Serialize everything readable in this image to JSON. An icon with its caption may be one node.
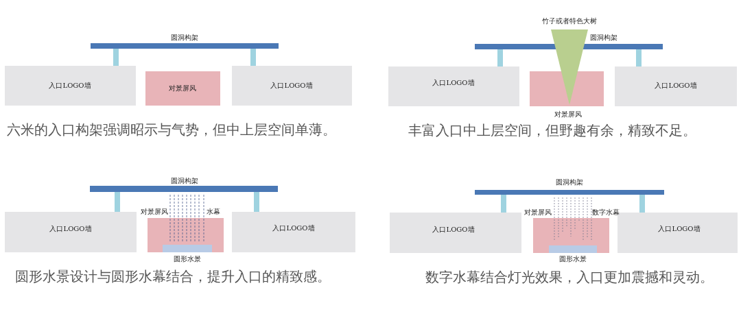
{
  "diagram": {
    "nodes": [
      {
        "text": [
          "圆洞构架"
        ]
      },
      {
        "text": [
          "入口LOGO墙"
        ]
      },
      {
        "text": [
          "对景屏风"
        ]
      },
      {
        "text": [
          "入口LOGO墙"
        ]
      },
      {
        "text": [
          "竹子或者特色大树"
        ]
      },
      {
        "text": [
          "圆洞构架"
        ]
      },
      {
        "text": [
          "入口LOGO墙"
        ]
      },
      {
        "text": [
          "对景屏风"
        ]
      },
      {
        "text": [
          "入口LOGO墙"
        ]
      },
      {
        "text": [
          "圆洞构架"
        ]
      },
      {
        "text": [
          "入口LOGO墙"
        ]
      },
      {
        "text": [
          "对景屏风"
        ]
      },
      {
        "text": [
          "圆形水景"
        ],
        "in": 11
      },
      {
        "text": [
          "入口LOGO墙"
        ]
      },
      {
        "text": [
          "圆洞构架"
        ]
      },
      {
        "text": [
          "入口LOGO墙"
        ]
      },
      {
        "text": [
          "对景屏风"
        ]
      },
      {
        "text": [
          "圆形水景"
        ],
        "in": 16
      },
      {
        "text": [
          "入口LOGO墙"
        ]
      }
    ],
    "labels": [
      "六米的入口构架强调昭示与气势，但中上层空间单薄。",
      "丰富入口中上层空间，但野趣有余，精致不足。",
      "水幕",
      "数字水幕",
      "圆形水景设计与圆形水幕结合，提升入口的精致感。",
      "数字水幕结合灯光效果，入口更加震撼和灵动。"
    ]
  }
}
